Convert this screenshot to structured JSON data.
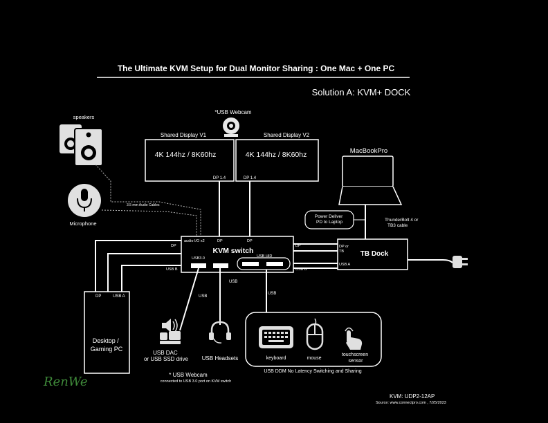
{
  "title": "The Ultimate KVM Setup for Dual Monitor Sharing  : One Mac + One PC",
  "subtitle": "Solution A: KVM+ DOCK",
  "webcam_top_label": "*USB Webcam",
  "speakers_label": "speakers",
  "microphone_label": "Microphone",
  "audio_cables_label": "3.5 mm Audio Cables",
  "display1": {
    "caption": "Shared Display V1",
    "resolution": "4K 144hz  / 8K60hz",
    "port": "DP 1.4"
  },
  "display2": {
    "caption": "Shared Display V2",
    "resolution": "4K 144hz  / 8K60hz",
    "port": "DP 1.4"
  },
  "macbook_label": "MacBookPro",
  "power_label": "Power Deliver\nPD to Laptop",
  "thunderbolt_label": "ThunderBolt 4 or\nTB3 cable",
  "kvm": {
    "title": "KVM switch",
    "audio_io": "audio I/O x2",
    "dp1": "DP",
    "dp2": "DP",
    "usb30": "USB3.0",
    "usb_hid": "USB HID",
    "left_dp": "DP",
    "left_usb": "USB B",
    "right_dp": "DP",
    "right_usb": "USB B"
  },
  "tbdock": {
    "title": "TB Dock",
    "dp_or_tb": "DP or\nTB",
    "usb_a": "USB A"
  },
  "desktop": {
    "dp": "DP",
    "usb_a": "USB A",
    "label": "Desktop /\nGaming PC"
  },
  "usb_labels": [
    "USB",
    "USB",
    "USB"
  ],
  "dac_label": "USB DAC\nor USB SSD drive",
  "headsets_label": "USB Headsets",
  "peripherals": {
    "keyboard": "keyboard",
    "mouse": "mouse",
    "touchscreen": "touchscreen\nsensor",
    "caption": "USB DDM No Latency Switching and Sharing"
  },
  "webcam_note": "* USB Webcam",
  "webcam_note_sub": "connected to USB 3.0 port on KVM switch",
  "signature": "RenWe",
  "kvm_model": "KVM: UDP2-12AP",
  "source": "Source: www.connectpro.com , 7/25/2023"
}
